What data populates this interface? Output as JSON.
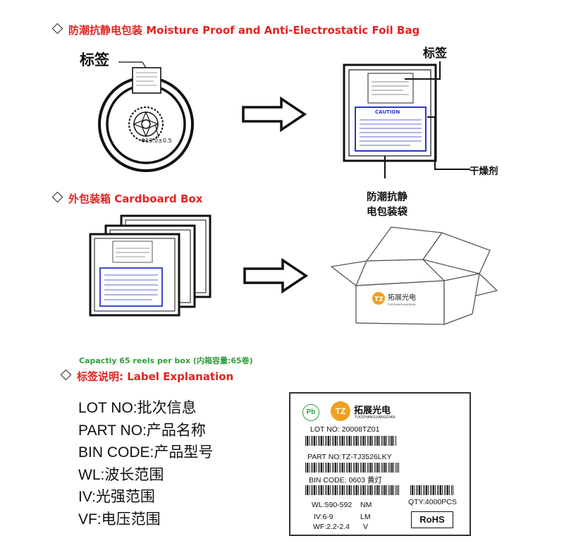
{
  "sections": {
    "foil_bag": {
      "title": "防潮抗静电包装 Moisture Proof and Anti-Electrostatic Foil Bag"
    },
    "cardboard": {
      "title": "外包装箱 Cardboard Box"
    },
    "label": {
      "title": "标签说明: Label Explanation"
    }
  },
  "reel": {
    "label_text": "标签",
    "diameter_text": "Φ13.0±0.5"
  },
  "bag": {
    "label_text": "标签",
    "desiccant_text": "干燥剂",
    "bag_name_line1": "防潮抗静",
    "bag_name_line2": "电包装袋",
    "caution_text": "CAUTION"
  },
  "box": {
    "brand_name": "拓展光电",
    "brand_sub": "TUOZHANGUANGDIAN"
  },
  "capacity_text": "Capactiy 65  reels per box (内箱容量:65卷)",
  "glossary": [
    "LOT NO:批次信息",
    "PART NO:产品名称",
    "BIN CODE:产品型号",
    "WL:波长范围",
    "IV:光强范围",
    "VF:电压范围"
  ],
  "label_card": {
    "pb_text": "Pb",
    "logo_text": "TZ",
    "brand_name": "拓展光电",
    "brand_sub": "TUOZHANGUANGDIAN",
    "lot": "LOT NO: 20008TZ01",
    "part": "PART  NO:TZ-TJ3526LKY",
    "bin": "BIN CODE: 0603 黄灯",
    "wl": "WL:590-592",
    "wl_unit": "NM",
    "iv": "IV:6-9",
    "iv_unit": "LM",
    "wf": "WF:2.2-2.4",
    "wf_unit": "V",
    "qty": "QTY:4000PCS",
    "rohs": "RoHS"
  },
  "colors": {
    "accent_red": "#e3231f",
    "capacity_green": "#2e9e3a",
    "bag_blue": "#2838c8",
    "logo_orange": "#f0a020"
  }
}
